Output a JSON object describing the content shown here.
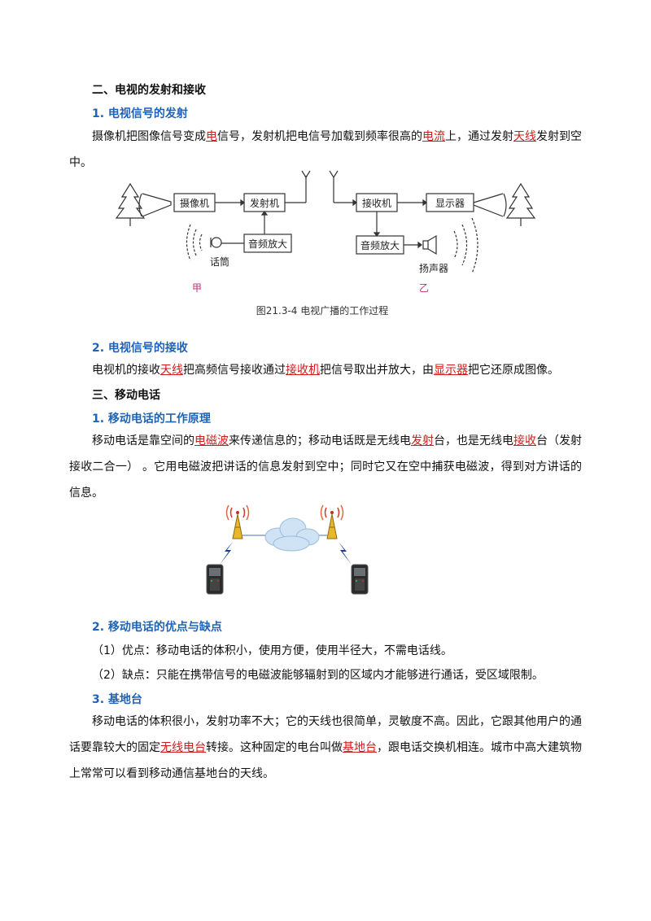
{
  "sec2": {
    "title": "二、电视的发射和接收"
  },
  "tv_send": {
    "title": "1. 电视信号的发射",
    "p1": "摄像机把图像信号变成",
    "k1": "电",
    "p2": "信号，发射机把电信号加载到频率很高的",
    "k2": "电流",
    "p3": "上，通过发射",
    "k3": "天线",
    "p4": "发射到空中。"
  },
  "diagram1": {
    "camera": "摄像机",
    "transmitter": "发射机",
    "amp_left": "音频放大",
    "mic": "话筒",
    "label_jia": "甲",
    "receiver": "接收机",
    "display": "显示器",
    "amp_right": "音频放大",
    "speaker": "扬声器",
    "label_yi": "乙",
    "caption": "图21.3-4   电视广播的工作过程"
  },
  "tv_recv": {
    "title": "2. 电视信号的接收",
    "p1": "电视机的接收",
    "k1": "天线",
    "p2": "把高频信号接收通过",
    "k2": "接收机",
    "p3": "把信号取出并放大，由",
    "k3": "显示器",
    "p4": "把它还原成图像。"
  },
  "sec3": {
    "title": "三、移动电话"
  },
  "mobile_principle": {
    "title": "1. 移动电话的工作原理",
    "p1": "移动电话是靠空间的",
    "k1": "电磁波",
    "p2": "来传递信息的；移动电话既是无线电",
    "k2": "发射",
    "p3": "台，也是无线电",
    "k3": "接收",
    "p4": "台（发射接收二合一）   。它用电磁波把讲话的信息发射到空中；同时它又在空中捕获电磁波，得到对方讲话的信息。"
  },
  "pros_cons": {
    "title": "2. 移动电话的优点与缺点",
    "item1": "（1）优点：移动电话的体积小，使用方便，使用半径大，不需电话线。",
    "item2": "（2）缺点：只能在携带信号的电磁波能够辐射到的区域内才能够进行通话，受区域限制。"
  },
  "base": {
    "title": "3. 基地台",
    "p1": "移动电话的体积很小，发射功率不大；它的天线也很简单，灵敏度不高。因此，它跟其他用户的通话要靠较大的固定",
    "k1": "无线电台",
    "p2": "转接。这种固定的电台叫做",
    "k2": "基地台",
    "p3": "，跟电话交换机相连。城市中高大建筑物上常常可以看到移动通信基地台的天线。"
  }
}
